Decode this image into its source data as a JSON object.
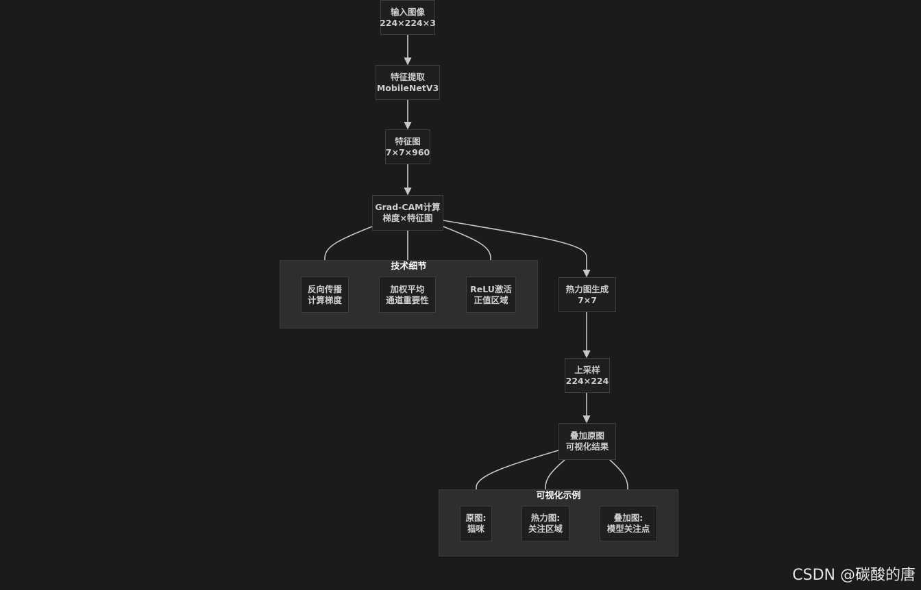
{
  "nodes": {
    "input": {
      "line1": "输入图像",
      "line2": "224×224×3"
    },
    "feature_extract": {
      "line1": "特征提取",
      "line2": "MobileNetV3"
    },
    "feature_map": {
      "line1": "特征图",
      "line2": "7×7×960"
    },
    "gradcam": {
      "line1": "Grad-CAM计算",
      "line2": "梯度×特征图"
    },
    "backprop": {
      "line1": "反向传播",
      "line2": "计算梯度"
    },
    "weighted_avg": {
      "line1": "加权平均",
      "line2": "通道重要性"
    },
    "relu": {
      "line1": "ReLU激活",
      "line2": "正值区域"
    },
    "heatmap_gen": {
      "line1": "热力图生成",
      "line2": "7×7"
    },
    "upsample": {
      "line1": "上采样",
      "line2": "224×224"
    },
    "overlay": {
      "line1": "叠加原图",
      "line2": "可视化结果"
    },
    "original": {
      "line1": "原图:",
      "line2": "猫咪"
    },
    "heatmap": {
      "line1": "热力图:",
      "line2": "关注区域"
    },
    "overlay_result": {
      "line1": "叠加图:",
      "line2": "模型关注点"
    }
  },
  "clusters": {
    "tech_details": {
      "title": "技术细节"
    },
    "visualization_examples": {
      "title": "可视化示例"
    }
  },
  "edges": [
    {
      "from": "input",
      "to": "feature_extract"
    },
    {
      "from": "feature_extract",
      "to": "feature_map"
    },
    {
      "from": "feature_map",
      "to": "gradcam"
    },
    {
      "from": "gradcam",
      "to": "backprop"
    },
    {
      "from": "gradcam",
      "to": "weighted_avg"
    },
    {
      "from": "gradcam",
      "to": "relu"
    },
    {
      "from": "gradcam",
      "to": "heatmap_gen"
    },
    {
      "from": "heatmap_gen",
      "to": "upsample"
    },
    {
      "from": "upsample",
      "to": "overlay"
    },
    {
      "from": "overlay",
      "to": "original"
    },
    {
      "from": "overlay",
      "to": "heatmap"
    },
    {
      "from": "overlay",
      "to": "overlay_result"
    }
  ],
  "colors": {
    "background": "#1b1b1b",
    "node_fill": "#1f1f1f",
    "cluster_fill": "#2e2e2e",
    "edge": "#c8c8c8"
  },
  "watermark": "CSDN @碳酸的唐"
}
